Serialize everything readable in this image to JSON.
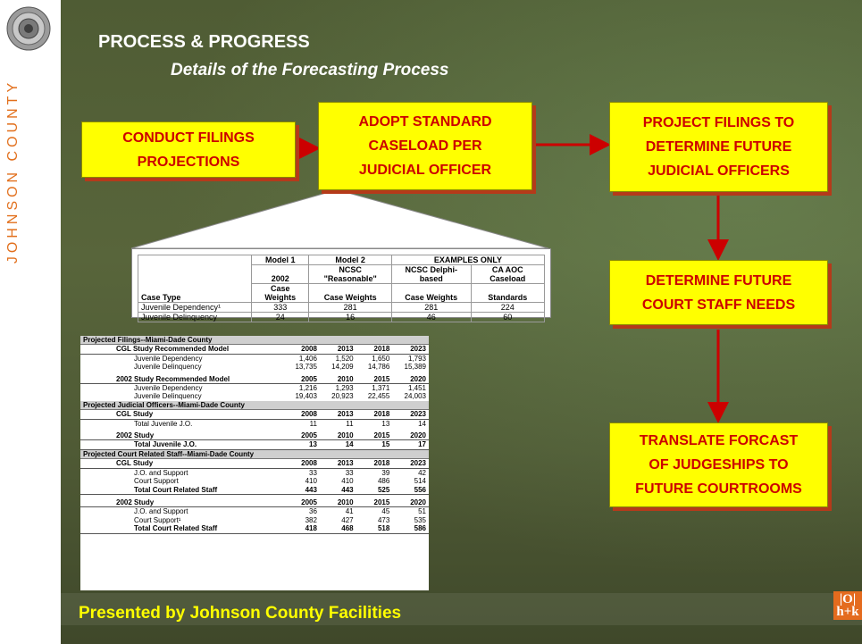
{
  "sidebar": {
    "vertical_text": "JOHNSON COUNTY"
  },
  "header": {
    "title": "PROCESS & PROGRESS",
    "subtitle": "Details of the Forecasting Process"
  },
  "flow": {
    "box1": [
      "CONDUCT FILINGS",
      "PROJECTIONS"
    ],
    "box2": [
      "ADOPT STANDARD",
      "CASELOAD PER",
      "JUDICIAL OFFICER"
    ],
    "box3": [
      "PROJECT FILINGS TO",
      "DETERMINE FUTURE",
      "JUDICIAL OFFICERS"
    ],
    "box4": [
      "DETERMINE FUTURE",
      "COURT STAFF NEEDS"
    ],
    "box5": [
      "TRANSLATE FORCAST",
      "OF JUDGESHIPS TO",
      "FUTURE COURTROOMS"
    ]
  },
  "caseload_table": {
    "group_header": "EXAMPLES ONLY",
    "headers": {
      "case_type": "Case Type",
      "m1a": "Model 1",
      "m1b": "2002",
      "m1c": "Case Weights",
      "m2a": "Model 2",
      "m2b": "NCSC \"Reasonable\"",
      "m2c": "Case Weights",
      "e1a": "NCSC Delphi-based",
      "e1b": "Case Weights",
      "e2a": "CA AOC Caseload",
      "e2b": "Standards"
    },
    "rows": [
      {
        "type": "Juvenile Dependency¹",
        "m1": "333",
        "m2": "281",
        "e1": "281",
        "e2": "224"
      },
      {
        "type": "Juvenile Delinquency",
        "m1": "24",
        "m2": "16",
        "e1": "46",
        "e2": "60"
      }
    ]
  },
  "projections": {
    "filings": {
      "title": "Projected Filings--Miami-Dade County",
      "cgl": {
        "label": "CGL Study Recommended Model",
        "years": [
          "2008",
          "2013",
          "2018",
          "2023"
        ],
        "rows": [
          {
            "label": "Juvenile Dependency",
            "v": [
              "1,406",
              "1,520",
              "1,650",
              "1,793"
            ]
          },
          {
            "label": "Juvenile Delinquency",
            "v": [
              "13,735",
              "14,209",
              "14,786",
              "15,389"
            ]
          }
        ]
      },
      "s2002": {
        "label": "2002 Study Recommended Model",
        "years": [
          "2005",
          "2010",
          "2015",
          "2020"
        ],
        "rows": [
          {
            "label": "Juvenile Dependency",
            "v": [
              "1,216",
              "1,293",
              "1,371",
              "1,451"
            ]
          },
          {
            "label": "Juvenile Delinquency",
            "v": [
              "19,403",
              "20,923",
              "22,455",
              "24,003"
            ]
          }
        ]
      }
    },
    "officers": {
      "title": "Projected Judicial Officers--Miami-Dade County",
      "cgl": {
        "label": "CGL Study",
        "years": [
          "2008",
          "2013",
          "2018",
          "2023"
        ],
        "rows": [
          {
            "label": "Total Juvenile J.O.",
            "v": [
              "11",
              "11",
              "13",
              "14"
            ]
          }
        ]
      },
      "s2002": {
        "label": "2002 Study",
        "years": [
          "2005",
          "2010",
          "2015",
          "2020"
        ],
        "rows": [
          {
            "label": "Total Juvenile J.O.",
            "v": [
              "13",
              "14",
              "15",
              "17"
            ]
          }
        ]
      }
    },
    "staff": {
      "title": "Projected Court Related Staff--Miami-Dade County",
      "cgl": {
        "label": "CGL Study",
        "years": [
          "2008",
          "2013",
          "2018",
          "2023"
        ],
        "rows": [
          {
            "label": "J.O. and Support",
            "v": [
              "33",
              "33",
              "39",
              "42"
            ]
          },
          {
            "label": "Court Support",
            "v": [
              "410",
              "410",
              "486",
              "514"
            ]
          }
        ],
        "total": {
          "label": "Total Court Related Staff",
          "v": [
            "443",
            "443",
            "525",
            "556"
          ]
        }
      },
      "s2002": {
        "label": "2002 Study",
        "years": [
          "2005",
          "2010",
          "2015",
          "2020"
        ],
        "rows": [
          {
            "label": "J.O. and Support",
            "v": [
              "36",
              "41",
              "45",
              "51"
            ]
          },
          {
            "label": "Court Support¹",
            "v": [
              "382",
              "427",
              "473",
              "535"
            ]
          }
        ],
        "total": {
          "label": "Total Court Related Staff",
          "v": [
            "418",
            "468",
            "518",
            "586"
          ]
        }
      }
    }
  },
  "footer": {
    "presented": "Presented by Johnson County Facilities",
    "logo_top": "|O|",
    "logo_bottom": "h+k"
  },
  "colors": {
    "box_fill": "#ffff00",
    "box_text": "#cc0000",
    "arrow": "#cc0000",
    "title_text": "#ffffff",
    "footer_text": "#ffff00",
    "sidebar_text": "#e2701d"
  }
}
